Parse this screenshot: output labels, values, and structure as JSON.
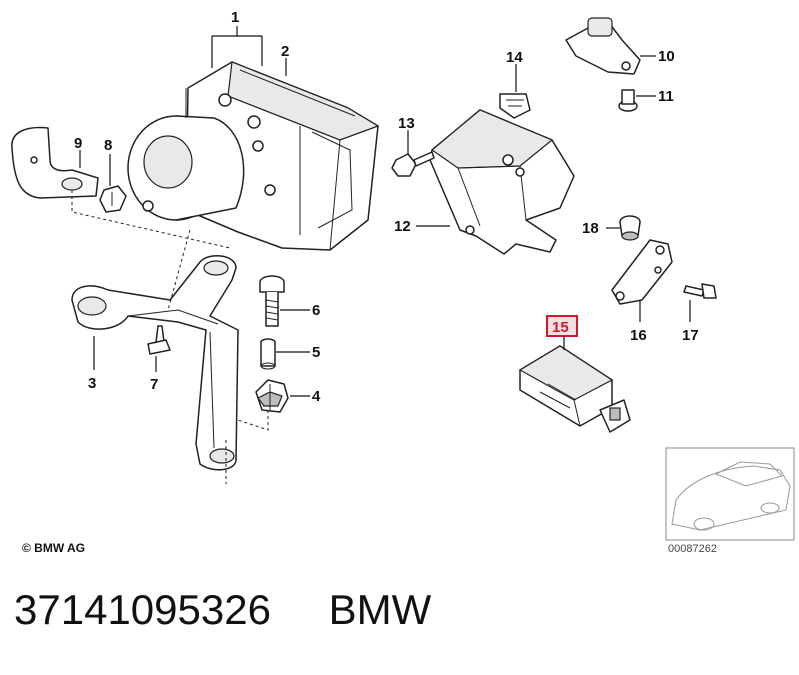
{
  "diagram": {
    "callouts": [
      {
        "id": "1",
        "label": "1"
      },
      {
        "id": "2",
        "label": "2"
      },
      {
        "id": "3",
        "label": "3"
      },
      {
        "id": "4",
        "label": "4"
      },
      {
        "id": "5",
        "label": "5"
      },
      {
        "id": "6",
        "label": "6"
      },
      {
        "id": "7",
        "label": "7"
      },
      {
        "id": "8",
        "label": "8"
      },
      {
        "id": "9",
        "label": "9"
      },
      {
        "id": "10",
        "label": "10"
      },
      {
        "id": "11",
        "label": "11"
      },
      {
        "id": "12",
        "label": "12"
      },
      {
        "id": "13",
        "label": "13"
      },
      {
        "id": "14",
        "label": "14"
      },
      {
        "id": "15",
        "label": "15",
        "highlighted": true
      },
      {
        "id": "16",
        "label": "16"
      },
      {
        "id": "17",
        "label": "17"
      },
      {
        "id": "18",
        "label": "18"
      }
    ],
    "highlight_color": "#d01828",
    "copyright": "© BMW AG",
    "reference_code": "00087262"
  },
  "caption": {
    "part_number": "37141095326",
    "brand": "BMW"
  }
}
